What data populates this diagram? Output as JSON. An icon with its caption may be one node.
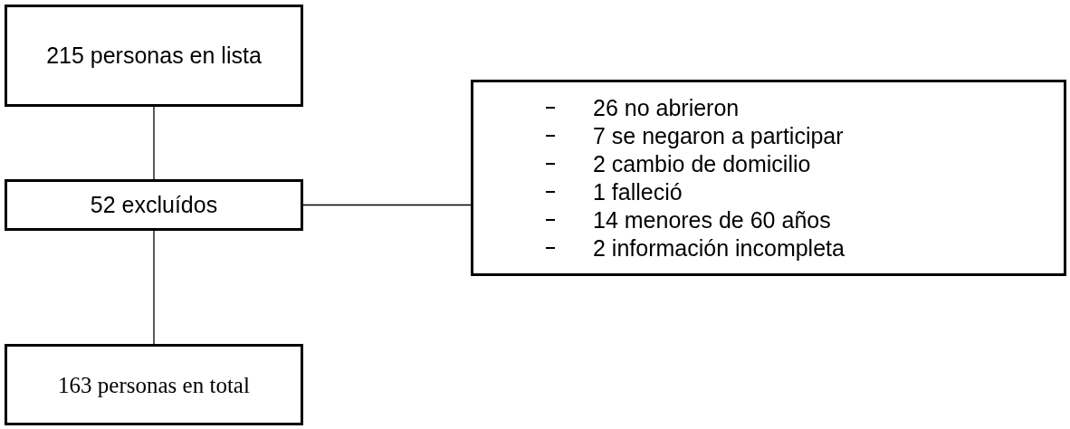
{
  "diagram": {
    "nodes": [
      {
        "text": [
          "215 personas en lista"
        ]
      },
      {
        "text": [
          "52 excluídos"
        ]
      },
      {
        "text": [
          "163 personas en total"
        ]
      },
      {
        "text": [
          "26 no abrieron",
          "7 se negaron a participar",
          "2 cambio de domicilio",
          "1 falleció",
          "14 menores de 60 años",
          "2 información incompleta"
        ]
      }
    ],
    "edges": [
      {
        "from": 0,
        "to": 1,
        "arrow": "none"
      },
      {
        "from": 1,
        "to": 2,
        "arrow": "none"
      },
      {
        "from": 1,
        "to": 3,
        "arrow": "none"
      }
    ]
  }
}
